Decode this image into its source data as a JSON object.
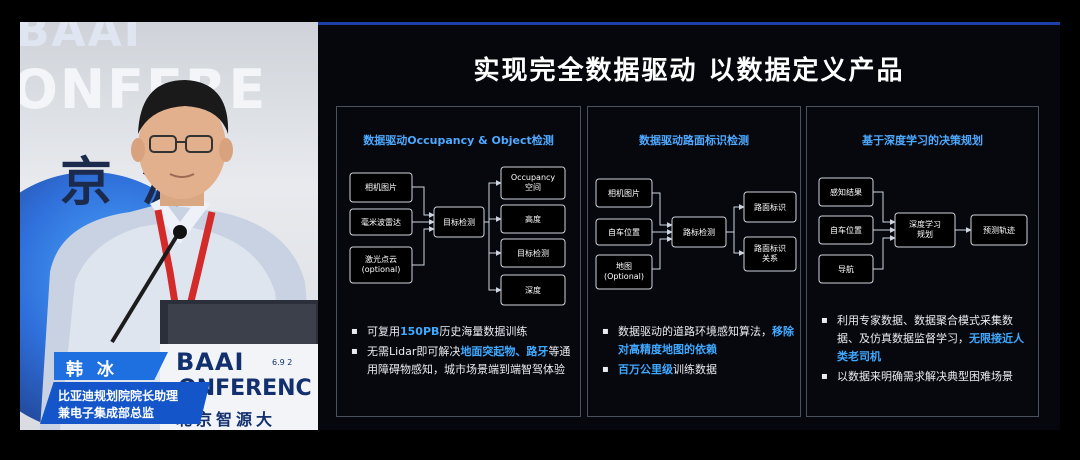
{
  "slide": {
    "title": "实现完全数据驱动 以数据定义产品",
    "panels": [
      {
        "title": "数据驱动Occupancy & Object检测",
        "inputs": [
          "相机图片",
          "毫米波雷达",
          "激光点云\n(optional)"
        ],
        "center": "目标检测",
        "outputs": [
          "Occupancy\n空间",
          "高度",
          "目标检测",
          "深度"
        ],
        "bullets": [
          {
            "parts": [
              {
                "t": "可复用",
                "h": false
              },
              {
                "t": "150PB",
                "h": true
              },
              {
                "t": "历史海量数据训练",
                "h": false
              }
            ]
          },
          {
            "parts": [
              {
                "t": "无需Lidar即可解决",
                "h": false
              },
              {
                "t": "地面突起物、路牙",
                "h": true
              },
              {
                "t": "等通用障碍物感知，城市场景端到端智驾体验",
                "h": false
              }
            ]
          }
        ]
      },
      {
        "title": "数据驱动路面标识检测",
        "inputs": [
          "相机图片",
          "自车位置",
          "地图\n(Optional)"
        ],
        "center": "路标检测",
        "outputs": [
          "路面标识",
          "路面标识\n关系"
        ],
        "bullets": [
          {
            "parts": [
              {
                "t": "数据驱动的道路环境感知算法，",
                "h": false
              },
              {
                "t": "移除对高精度地图的依赖",
                "h": true
              }
            ]
          },
          {
            "parts": [
              {
                "t": "百万公里级",
                "h": true
              },
              {
                "t": "训练数据",
                "h": false
              }
            ]
          }
        ]
      },
      {
        "title": "基于深度学习的决策规划",
        "inputs": [
          "感知结果",
          "自车位置",
          "导航"
        ],
        "center": "深度学习\n规划",
        "outputs": [
          "预测轨迹"
        ],
        "bullets": [
          {
            "parts": [
              {
                "t": "利用专家数据、数据聚合模式采集数据、及仿真数据监督学习，",
                "h": false
              },
              {
                "t": "无限接近人类老司机",
                "h": true
              }
            ]
          },
          {
            "parts": [
              {
                "t": "以数据来明确需求解决典型困难场景",
                "h": false
              }
            ]
          }
        ]
      }
    ]
  },
  "speaker": {
    "name": "韩 冰",
    "title_line1": "比亚迪规划院院长助理",
    "title_line2": "兼电子集成部总监"
  },
  "backdrop": {
    "text_top": "BAAI",
    "text_mid": "ONFERE",
    "text_cn": "京源"
  },
  "podium": {
    "line1": "BAAI",
    "line2": "ONFERENC",
    "line3": "北京智源大",
    "small": "6.9 2"
  }
}
